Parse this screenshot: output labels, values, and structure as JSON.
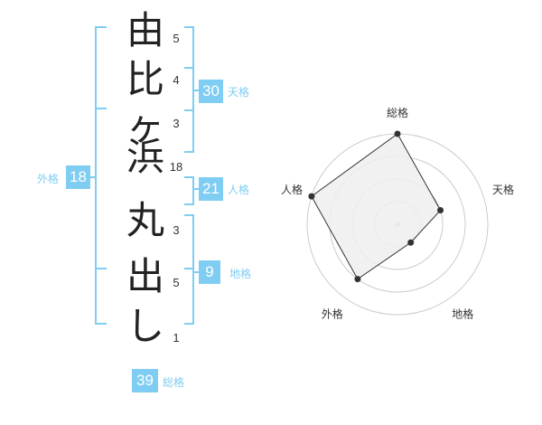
{
  "name": {
    "chars": [
      "由",
      "比",
      "ヶ",
      "浜",
      "丸",
      "出",
      "し"
    ],
    "strokes": [
      "5",
      "4",
      "3",
      "18",
      "3",
      "5",
      "1"
    ]
  },
  "kakaku": {
    "tenkaku": {
      "value": "30",
      "label": "天格"
    },
    "jinkaku": {
      "value": "21",
      "label": "人格"
    },
    "chikaku": {
      "value": "9",
      "label": "地格"
    },
    "gaikaku": {
      "value": "18",
      "label": "外格"
    },
    "soukaku": {
      "value": "39",
      "label": "総格"
    }
  },
  "chart_data": {
    "type": "radar",
    "axes": [
      "総格",
      "天格",
      "地格",
      "外格",
      "人格"
    ],
    "values": [
      4,
      2,
      1,
      3,
      4
    ],
    "max": 4,
    "colors": {
      "fill": "#efefef",
      "line": "#333333",
      "grid": "#cccccc",
      "point": "#333333"
    }
  },
  "colors": {
    "accent": "#7fcdf2"
  }
}
